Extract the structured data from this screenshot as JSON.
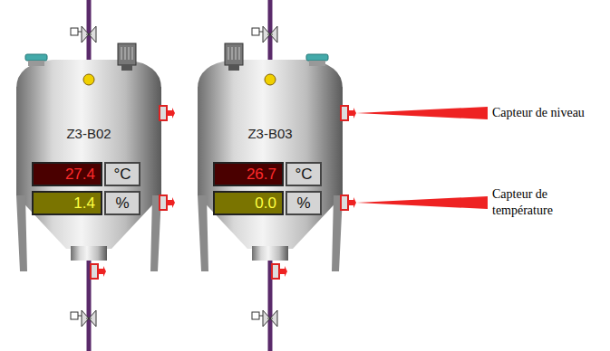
{
  "diagram": {
    "nodes": [
      {
        "text": [
          "Z3-B02"
        ]
      },
      {
        "text": [
          "27.4"
        ],
        "in": 0
      },
      {
        "text": [
          "°C"
        ],
        "in": 0
      },
      {
        "text": [
          "1.4"
        ],
        "in": 0
      },
      {
        "text": [
          "%"
        ],
        "in": 0
      },
      {
        "text": [
          "Z3-B03"
        ]
      },
      {
        "text": [
          "26.7"
        ],
        "in": 5
      },
      {
        "text": [
          "°C"
        ],
        "in": 5
      },
      {
        "text": [
          "0.0"
        ],
        "in": 5
      },
      {
        "text": [
          "%"
        ],
        "in": 5
      }
    ],
    "labels": [
      "Capteur de niveau",
      "Capteur de température"
    ]
  }
}
